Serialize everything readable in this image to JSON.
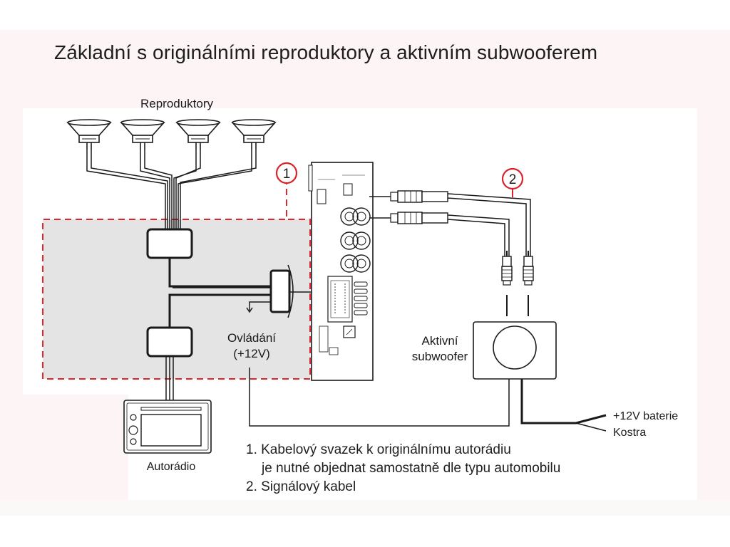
{
  "title": "Základní s originálními reproduktory a aktivním subwooferem",
  "labels": {
    "speakers": "Reproduktory",
    "control_line1": "Ovládání",
    "control_line2": "(+12V)",
    "active_sub_line1": "Aktivní",
    "active_sub_line2": "subwoofer",
    "battery": "+12V baterie",
    "ground": "Kostra",
    "car_radio": "Autorádio",
    "marker_1": "1",
    "marker_2": "2"
  },
  "notes": {
    "item1_line1": "1. Kabelový svazek k originálnímu autorádiu",
    "item1_line2": "je nutné objednat samostatně dle typu automobilu",
    "item2": "2. Signálový kabel"
  },
  "colors": {
    "highlight_dash": "#e0262b",
    "highlight_fill": "#e4e4e4",
    "marker": "#d9222a",
    "line": "#1a1a1a"
  }
}
